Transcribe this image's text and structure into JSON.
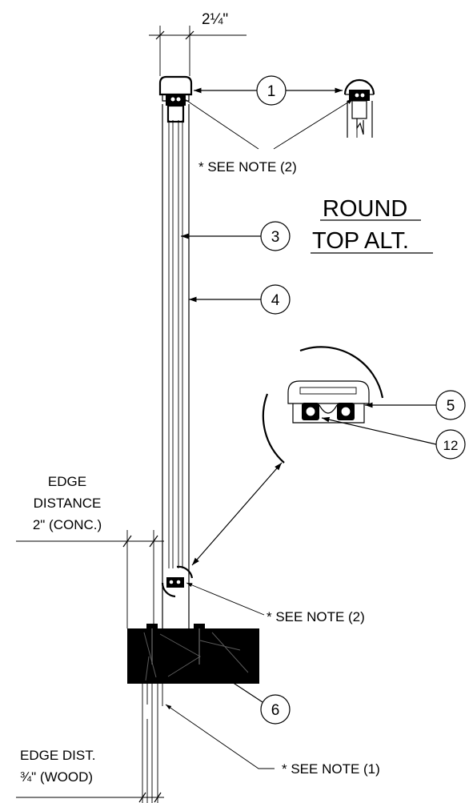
{
  "dimensions": {
    "post_width": "2¼\"",
    "edge_distance_conc_line1": "EDGE",
    "edge_distance_conc_line2": "DISTANCE",
    "edge_distance_conc_line3": "2\" (CONC.)",
    "edge_distance_wood_line1": "EDGE DIST.",
    "edge_distance_wood_line2": "¾\" (WOOD)"
  },
  "callouts": [
    {
      "id": "1"
    },
    {
      "id": "3"
    },
    {
      "id": "4"
    },
    {
      "id": "5"
    },
    {
      "id": "12"
    },
    {
      "id": "6"
    }
  ],
  "notes": {
    "note_top": "* SEE NOTE (2)",
    "note_middle": "* SEE NOTE (2)",
    "note_bottom": "* SEE NOTE (1)"
  },
  "titles": {
    "round_top_line1": "ROUND",
    "round_top_line2": "TOP ALT."
  },
  "colors": {
    "ink": "#000000",
    "background": "#ffffff"
  }
}
